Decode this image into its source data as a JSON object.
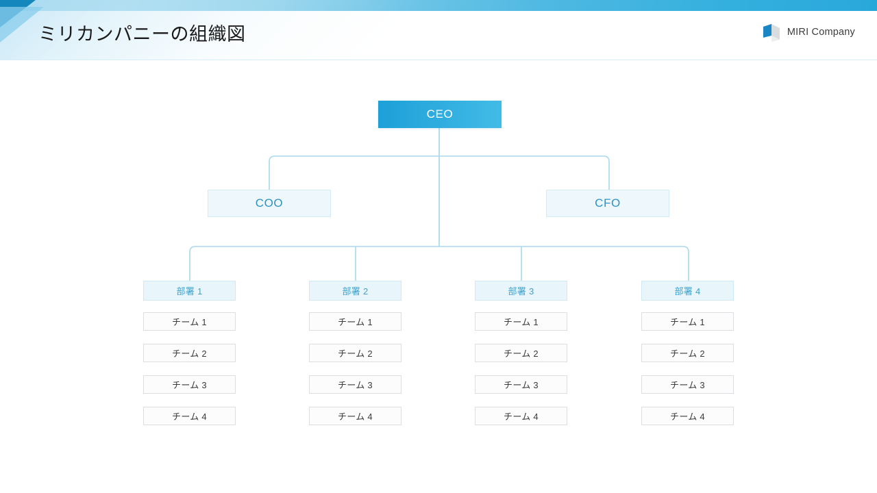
{
  "header": {
    "title": "ミリカンパニーの組織図",
    "brand": {
      "name": "MIRI Company",
      "logo_icon": "folded-page-logo-icon"
    },
    "accent_color": "#28a8da",
    "corner_color": "#1487bd"
  },
  "chart_data": {
    "type": "diagram",
    "title": "ミリカンパニーの組織図",
    "levels": [
      {
        "level": 1,
        "nodes": [
          {
            "label": "CEO",
            "style": "primary",
            "fill": "#1da0d8",
            "text_color": "#ffffff"
          }
        ]
      },
      {
        "level": 2,
        "nodes": [
          {
            "label": "COO",
            "style": "secondary",
            "fill": "#eef8fc",
            "text_color": "#2d92c4"
          },
          {
            "label": "CFO",
            "style": "secondary",
            "fill": "#eef8fc",
            "text_color": "#2d92c4"
          }
        ]
      },
      {
        "level": 3,
        "nodes": [
          {
            "label": "部署 1",
            "style": "department",
            "fill": "#e8f5fb",
            "text_color": "#3ba2cf"
          },
          {
            "label": "部署 2",
            "style": "department",
            "fill": "#e8f5fb",
            "text_color": "#3ba2cf"
          },
          {
            "label": "部署 3",
            "style": "department",
            "fill": "#e8f5fb",
            "text_color": "#3ba2cf"
          },
          {
            "label": "部署 4",
            "style": "department",
            "fill": "#e8f5fb",
            "text_color": "#3ba2cf"
          }
        ]
      },
      {
        "level": 4,
        "nodes": [
          {
            "label": "チーム 1",
            "style": "team",
            "fill": "#fcfcfd",
            "text_color": "#3a3a3a"
          },
          {
            "label": "チーム 2",
            "style": "team",
            "fill": "#fcfcfd",
            "text_color": "#3a3a3a"
          },
          {
            "label": "チーム 3",
            "style": "team",
            "fill": "#fcfcfd",
            "text_color": "#3a3a3a"
          },
          {
            "label": "チーム 4",
            "style": "team",
            "fill": "#fcfcfd",
            "text_color": "#3a3a3a"
          }
        ]
      }
    ],
    "connector_color": "#a8d9ec"
  },
  "org": {
    "ceo": {
      "label": "CEO"
    },
    "executives": [
      {
        "label": "COO"
      },
      {
        "label": "CFO"
      }
    ],
    "departments": [
      {
        "label": "部署 1",
        "teams": [
          {
            "label": "チーム 1"
          },
          {
            "label": "チーム 2"
          },
          {
            "label": "チーム 3"
          },
          {
            "label": "チーム 4"
          }
        ]
      },
      {
        "label": "部署 2",
        "teams": [
          {
            "label": "チーム 1"
          },
          {
            "label": "チーム 2"
          },
          {
            "label": "チーム 3"
          },
          {
            "label": "チーム 4"
          }
        ]
      },
      {
        "label": "部署 3",
        "teams": [
          {
            "label": "チーム 1"
          },
          {
            "label": "チーム 2"
          },
          {
            "label": "チーム 3"
          },
          {
            "label": "チーム 4"
          }
        ]
      },
      {
        "label": "部署 4",
        "teams": [
          {
            "label": "チーム 1"
          },
          {
            "label": "チーム 2"
          },
          {
            "label": "チーム 3"
          },
          {
            "label": "チーム 4"
          }
        ]
      }
    ]
  }
}
